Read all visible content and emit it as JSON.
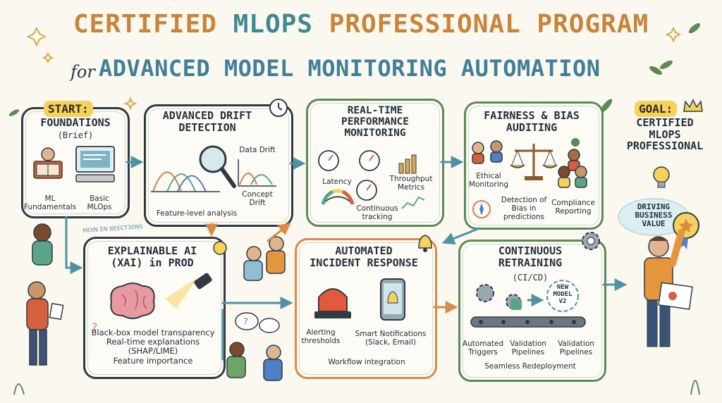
{
  "title": {
    "line1_part1": "CERTIFIED ",
    "line1_part2": "MLOPS",
    "line1_part3": " PROFESSIONAL PROGRAM",
    "for": "for",
    "line2": "ADVANCED MODEL MONITORING AUTOMATION"
  },
  "start": {
    "badge": "START:",
    "heading": "FOUNDATIONS",
    "sub": "(Brief)",
    "item1": "ML\nFundamentals",
    "item2": "Basic\nMLOps"
  },
  "drift": {
    "heading": "ADVANCED DRIFT\nDETECTION",
    "data_drift": "Data Drift",
    "concept_drift": "Concept\nDrift",
    "feature": "Feature-level analysis"
  },
  "realtime": {
    "heading": "REAL-TIME\nPERFORMANCE\nMONITORING",
    "latency": "Latency",
    "throughput": "Throughput\nMetrics",
    "continuous": "Continuous\ntracking"
  },
  "fairness": {
    "heading": "FAIRNESS & BIAS\nAUDITING",
    "ethical": "Ethical\nMonitoring",
    "detection": "Detection of\nBias in\npredictions",
    "compliance": "Compliance\nReporting"
  },
  "goal": {
    "badge": "GOAL:",
    "heading": "CERTIFIED\nMLOPS\nPROFESSIONAL",
    "bubble": "DRIVING\nBUSINESS\nVALUE"
  },
  "xai": {
    "heading": "EXPLAINABLE AI\n(XAI) in PROD",
    "side_note": "MOIN EN BEECT30NS",
    "lines": "Black-box model transparency\nReal-time explanations\n(SHAP/LIME)\nFeature importance"
  },
  "incident": {
    "heading": "AUTOMATED\nINCIDENT RESPONSE",
    "alerting": "Alerting\nthresholds",
    "notifications": "Smart Notifications\n(Slack, Email)",
    "workflow": "Workflow integration"
  },
  "retrain": {
    "heading": "CONTINUOUS\nRETRAINING",
    "sub": "(CI/CD)",
    "new_model": "NEW\nMODEL\nV2",
    "triggers": "Automated\nTriggers",
    "validation1": "Validation\nPipelines",
    "validation2": "Validation\nPipelines",
    "redeploy": "Seamless Redeployment"
  },
  "colors": {
    "title_orange": "#c9843a",
    "title_teal": "#3f7f98",
    "badge_yellow": "#f6d25b",
    "box_green": "#5a8a56",
    "arrow_teal": "#4f93a3",
    "arrow_orange": "#d98a45"
  },
  "icons": [
    "book-icon",
    "computer-icon",
    "magnifier-icon",
    "clock-icon",
    "gauge-icon",
    "scale-icon",
    "lightbulb-icon",
    "brain-icon",
    "flashlight-icon",
    "siren-icon",
    "phone-bell-icon",
    "gear-icon",
    "conveyor-icon",
    "trophy-crown-icon",
    "medal-icon",
    "certificate-icon"
  ]
}
